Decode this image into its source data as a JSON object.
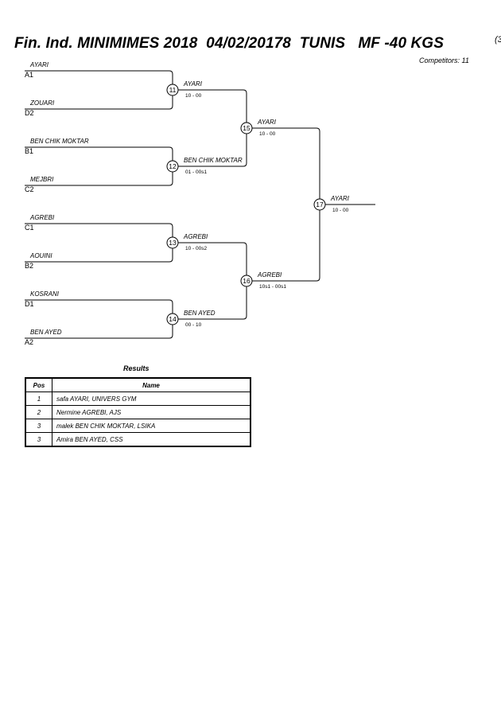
{
  "header": {
    "title": "Fin. Ind. MINIMIMES 2018  04/02/20178  TUNIS   MF -40 KGS",
    "title_suffix": "(3",
    "competitors": "Competitors: 11"
  },
  "bracket": {
    "round1": [
      {
        "name": "AYARI",
        "seed": "A1"
      },
      {
        "name": "ZOUARI",
        "seed": "D2"
      },
      {
        "name": "BEN CHIK MOKTAR",
        "seed": "B1"
      },
      {
        "name": "MEJBRI",
        "seed": "C2"
      },
      {
        "name": "AGREBI",
        "seed": "C1"
      },
      {
        "name": "AOUINI",
        "seed": "B2"
      },
      {
        "name": "KOSRANI",
        "seed": "D1"
      },
      {
        "name": "BEN AYED",
        "seed": "A2"
      }
    ],
    "matches": [
      {
        "number": "11",
        "winner": "AYARI",
        "score": "10 - 00"
      },
      {
        "number": "12",
        "winner": "BEN CHIK MOKTAR",
        "score": "01 - 00s1"
      },
      {
        "number": "13",
        "winner": "AGREBI",
        "score": "10 - 00s2"
      },
      {
        "number": "14",
        "winner": "BEN AYED",
        "score": "00 - 10"
      },
      {
        "number": "15",
        "winner": "AYARI",
        "score": "10 - 00"
      },
      {
        "number": "16",
        "winner": "AGREBI",
        "score": "10s1 - 00s1"
      },
      {
        "number": "17",
        "winner": "AYARI",
        "score": "10 - 00"
      }
    ]
  },
  "results": {
    "title": "Results",
    "headers": [
      "Pos",
      "Name"
    ],
    "rows": [
      {
        "pos": "1",
        "name": "safa AYARI, UNIVERS GYM"
      },
      {
        "pos": "2",
        "name": "Nermine AGREBI, AJS"
      },
      {
        "pos": "3",
        "name": "malek BEN CHIK MOKTAR, LSIKA"
      },
      {
        "pos": "3",
        "name": "Amira BEN AYED, CSS"
      }
    ]
  }
}
